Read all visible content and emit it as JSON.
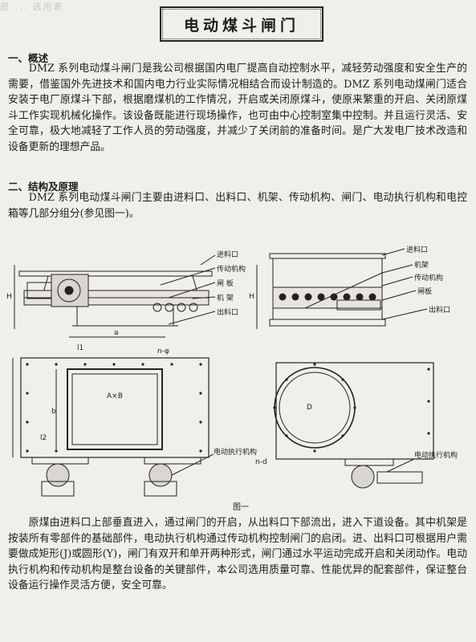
{
  "header_ghost": "部 ... 选用表",
  "title": "电动煤斗闸门",
  "section1": {
    "heading": "一、概述",
    "body": "DMZ 系列电动煤斗闸门是我公司根据国内电厂提高自动控制水平，减轻劳动强度和安全生产的需要，借鉴国外先进技术和国内电力行业实际情况相结合而设计制造的。DMZ 系列电动煤闸门适合安装于电厂原煤斗下部，根据磨煤机的工作情况，开启或关闭原煤斗，使原来繁重的开启、关闭原煤斗工作实现机械化操作。该设备既能进行现场操作，也可由中心控制室集中控制。并且运行灵活、安全可靠，极大地减轻了工作人员的劳动强度，并减少了关闭前的准备时间。是广大发电厂技术改造和设备更新的理想产品。"
  },
  "section2": {
    "heading": "二、结构及原理",
    "intro": "DMZ 系列电动煤斗闸门主要由进料口、出料口、机架、传动机构、闸门、电动执行机构和电控箱等几部分组分(参见图一)。",
    "body": "原煤由进料口上部垂直进入，通过闸门的开启，从出料口下部流出，进入下道设备。其中机架是按装所有零部件的基础部件，电动执行机构通过传动机构控制闸门的启闭。进、出料口可根据用户需要做成矩形(J)或圆形(Y)，闸门有双开和单开两种形式，闸门通过水平运动完成开启和关闭动作。电动执行机构和传动机构是整台设备的关键部件，本公司选用质量可靠、性能优异的配套部件，保证整台设备运行操作灵活方便，安全可靠。"
  },
  "figure": {
    "caption": "图一",
    "left_labels": [
      "进料口",
      "传动机构",
      "闸 板",
      "机 架",
      "出料口"
    ],
    "right_labels": [
      "进料口",
      "机架",
      "传动机构",
      "闸板",
      "出料口"
    ],
    "actuator_label_left": "电动执行机构",
    "actuator_label_right": "电动执行机构",
    "dim": {
      "a": "a",
      "b": "b",
      "l1": "l1",
      "l2": "l2",
      "axb": "A×B",
      "nphi": "n-φ",
      "H": "H",
      "D": "D",
      "nd": "n-d"
    }
  }
}
